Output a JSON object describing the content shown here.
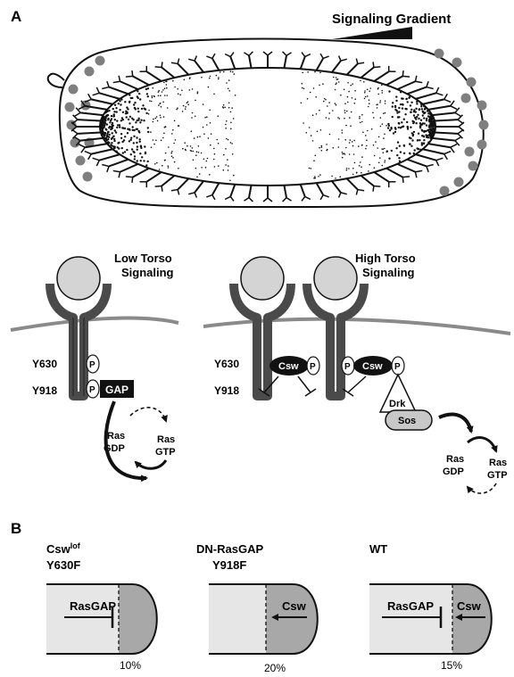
{
  "panel_a": {
    "label": "A",
    "gradient_label": "Signaling Gradient",
    "low": {
      "title_1": "Low Torso",
      "title_2": "Signaling",
      "y630": "Y630",
      "y918": "Y918",
      "p": "P",
      "gap": "GAP",
      "ras_gdp_1": "Ras",
      "ras_gdp_2": "GDP",
      "ras_gtp_1": "Ras",
      "ras_gtp_2": "GTP"
    },
    "high": {
      "title_1": "High Torso",
      "title_2": "Signaling",
      "y630": "Y630",
      "y918": "Y918",
      "p": "P",
      "csw": "Csw",
      "drk": "Drk",
      "sos": "Sos",
      "ras_gdp_1": "Ras",
      "ras_gdp_2": "GDP",
      "ras_gtp_1": "Ras",
      "ras_gtp_2": "GTP"
    },
    "colors": {
      "receptor": "#4a4a4a",
      "ligand": "#d4d4d4",
      "membrane": "#8a8a8a",
      "pole_cell": "#7f7f7f",
      "sos": "#c8c8c8",
      "black": "#111111"
    }
  },
  "panel_b": {
    "label": "B",
    "embryos": [
      {
        "title_1": "Csw",
        "title_sup": "lof",
        "title_2": "Y630F",
        "left_label": "RasGAP",
        "right_label": "",
        "percent": "10%"
      },
      {
        "title_1": "DN-RasGAP",
        "title_sup": "",
        "title_2": "Y918F",
        "left_label": "",
        "right_label": "Csw",
        "percent": "20%"
      },
      {
        "title_1": "WT",
        "title_sup": "",
        "title_2": "",
        "left_label": "RasGAP",
        "right_label": "Csw",
        "percent": "15%"
      }
    ],
    "colors": {
      "anterior_fill": "#e6e6e6",
      "posterior_fill": "#a8a8a8"
    }
  }
}
